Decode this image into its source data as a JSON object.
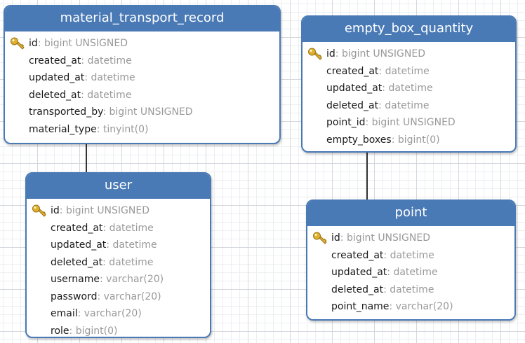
{
  "tables": {
    "material_transport_record": {
      "name": "material_transport_record",
      "fields": [
        {
          "name": "id",
          "type": ": bigint UNSIGNED",
          "pk": true
        },
        {
          "name": "created_at",
          "type": ": datetime"
        },
        {
          "name": "updated_at",
          "type": ": datetime"
        },
        {
          "name": "deleted_at",
          "type": ": datetime"
        },
        {
          "name": "transported_by",
          "type": ": bigint UNSIGNED"
        },
        {
          "name": "material_type",
          "type": ": tinyint(0)"
        }
      ]
    },
    "empty_box_quantity": {
      "name": "empty_box_quantity",
      "fields": [
        {
          "name": "id",
          "type": ": bigint UNSIGNED",
          "pk": true
        },
        {
          "name": "created_at",
          "type": ": datetime"
        },
        {
          "name": "updated_at",
          "type": ": datetime"
        },
        {
          "name": "deleted_at",
          "type": ": datetime"
        },
        {
          "name": "point_id",
          "type": ": bigint UNSIGNED"
        },
        {
          "name": "empty_boxes",
          "type": ": bigint(0)"
        }
      ]
    },
    "user": {
      "name": "user",
      "fields": [
        {
          "name": "id",
          "type": ": bigint UNSIGNED",
          "pk": true
        },
        {
          "name": "created_at",
          "type": ": datetime"
        },
        {
          "name": "updated_at",
          "type": ": datetime"
        },
        {
          "name": "deleted_at",
          "type": ": datetime"
        },
        {
          "name": "username",
          "type": ": varchar(20)"
        },
        {
          "name": "password",
          "type": ": varchar(20)"
        },
        {
          "name": "email",
          "type": ": varchar(20)"
        },
        {
          "name": "role",
          "type": ": bigint(0)"
        }
      ]
    },
    "point": {
      "name": "point",
      "fields": [
        {
          "name": "id",
          "type": ": bigint UNSIGNED",
          "pk": true
        },
        {
          "name": "created_at",
          "type": ": datetime"
        },
        {
          "name": "updated_at",
          "type": ": datetime"
        },
        {
          "name": "deleted_at",
          "type": ": datetime"
        },
        {
          "name": "point_name",
          "type": ": varchar(20)"
        }
      ]
    }
  },
  "colors": {
    "header": "#4a7ab5",
    "field_name": "#1a1a1a",
    "field_type": "#999999",
    "key": "#e0b030"
  },
  "icons": {
    "primary_key": "key-icon"
  }
}
